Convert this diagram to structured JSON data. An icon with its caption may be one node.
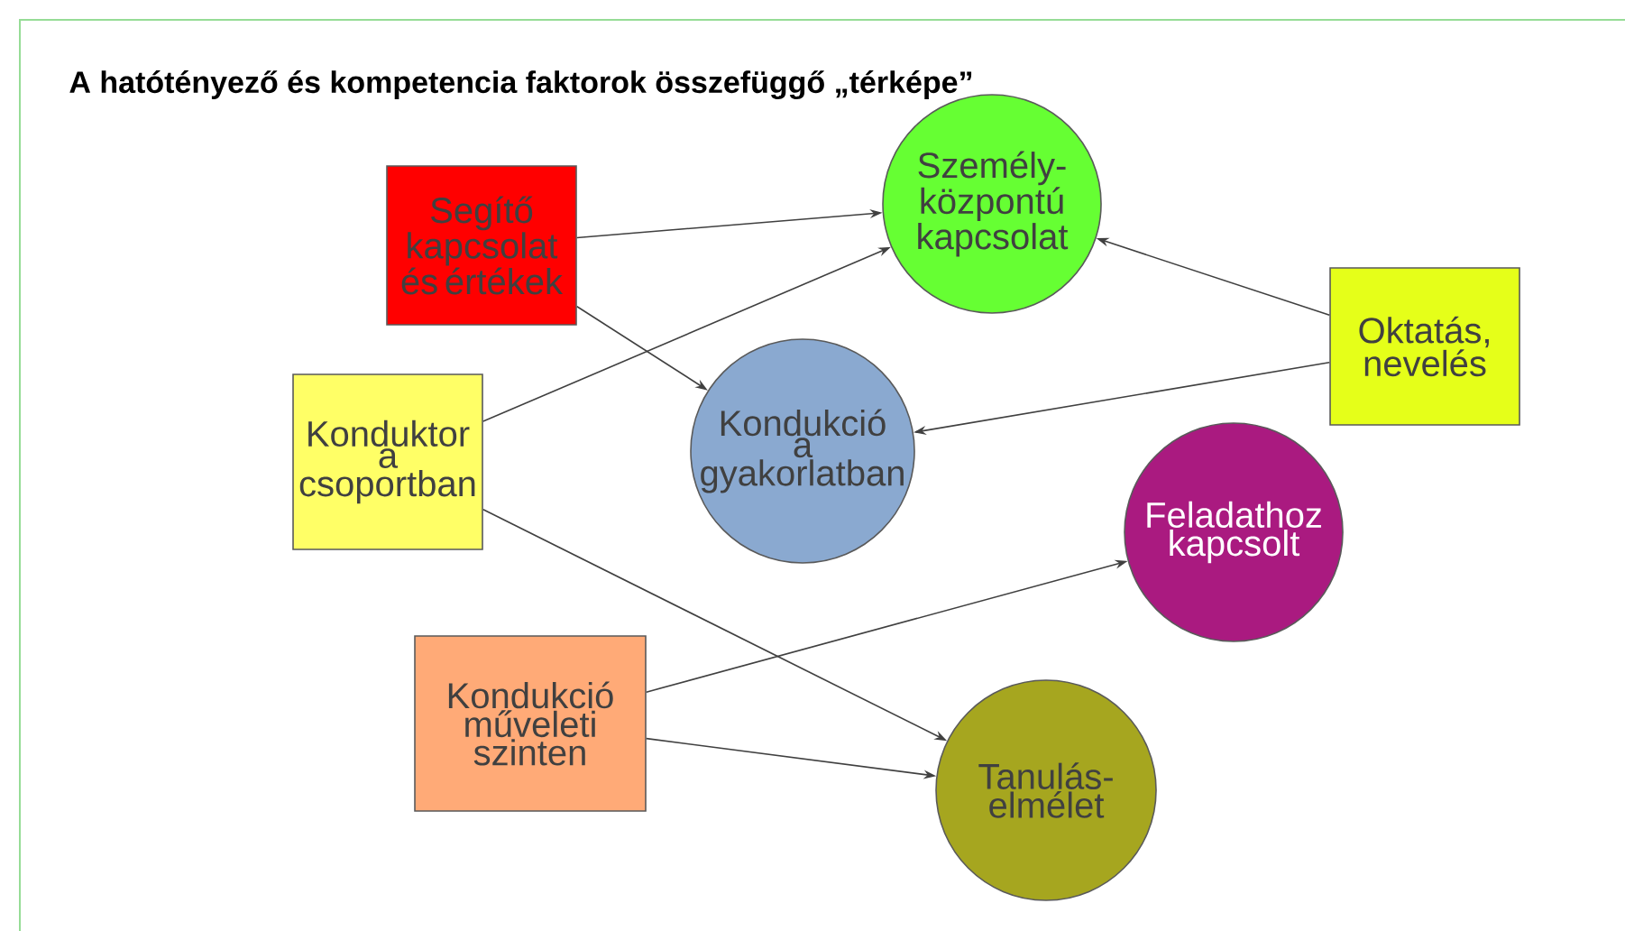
{
  "diagram": {
    "title": "A hatótényező és kompetencia faktorok összefüggő „térképe”",
    "nodes": [
      {
        "text": [
          "Segítő kapcsolat és értékek"
        ]
      },
      {
        "text": [
          "Személy- központú kapcsolat"
        ]
      },
      {
        "text": [
          "Oktatás, nevelés"
        ]
      },
      {
        "text": [
          "Kondukció a gyakorlatban"
        ]
      },
      {
        "text": [
          "Konduktor a csoportban"
        ]
      },
      {
        "text": [
          "Feladathoz kapcsolt"
        ]
      },
      {
        "text": [
          "Kondukció műveleti szinten"
        ]
      },
      {
        "text": [
          "Tanulás- elmélet"
        ]
      }
    ],
    "edges": [
      {
        "from": 0,
        "to": 1,
        "arrow": "to"
      },
      {
        "from": 0,
        "to": 3,
        "arrow": "to"
      },
      {
        "from": 4,
        "to": 1,
        "arrow": "to"
      },
      {
        "from": 4,
        "to": 7,
        "arrow": "to"
      },
      {
        "from": 2,
        "to": 1,
        "arrow": "to"
      },
      {
        "from": 2,
        "to": 3,
        "arrow": "to"
      },
      {
        "from": 6,
        "to": 5,
        "arrow": "to"
      },
      {
        "from": 6,
        "to": 7,
        "arrow": "to"
      }
    ]
  }
}
